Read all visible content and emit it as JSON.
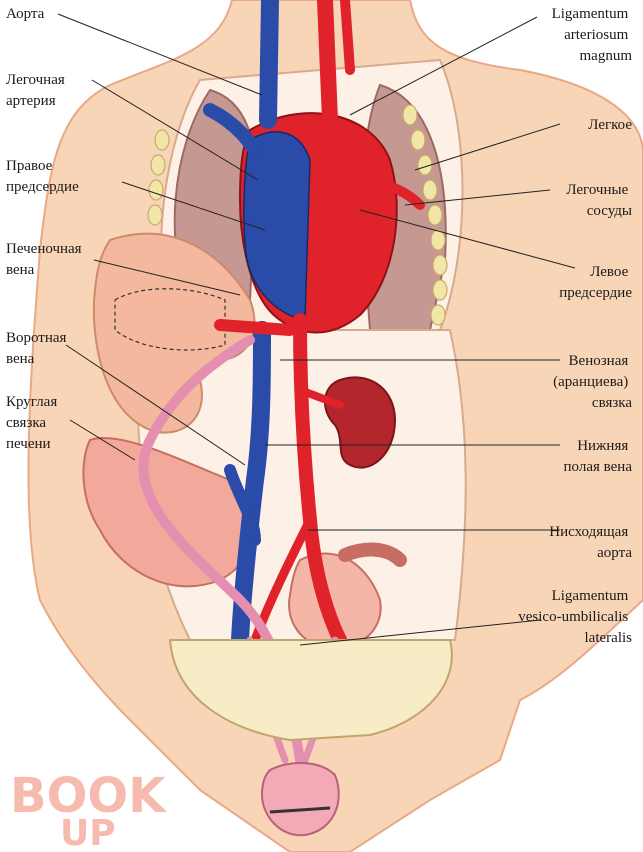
{
  "labels_left": {
    "aorta": [
      "Аорта"
    ],
    "pulmonary_artery": [
      "Легочная",
      "артерия"
    ],
    "right_atrium": [
      "Правое",
      "предсердие"
    ],
    "hepatic_vein": [
      "Печеночная",
      "вена"
    ],
    "portal_vein": [
      "Воротная",
      "вена"
    ],
    "round_ligament": [
      "Круглая",
      "связка",
      "печени"
    ]
  },
  "labels_right": {
    "ligamentum_arteriosum": [
      "Ligamentum",
      "arteriosum",
      "magnum"
    ],
    "lung": [
      "Легкое"
    ],
    "pulmonary_vessels": [
      "Легочные",
      "сосуды"
    ],
    "left_atrium": [
      "Левое",
      "предсердие"
    ],
    "venous_ligament": [
      "Венозная",
      "(аранциева)",
      "связка"
    ],
    "inferior_vena_cava": [
      "Нижняя",
      "полая вена"
    ],
    "descending_aorta": [
      "Нисходящая",
      "аорта"
    ],
    "vesico_umbilical": [
      "Ligamentum",
      "vesico-umbilicalis",
      "lateralis"
    ]
  },
  "watermark": {
    "line1": "BOOK",
    "line2": "UP"
  },
  "colors": {
    "skin": "#f7c9a6",
    "skin_outline": "#e59d78",
    "lung": "#c99a94",
    "artery": "#e0232b",
    "vein": "#2b4ba8",
    "liver": "#f3b89d",
    "cord": "#e58fb0",
    "bladder": "#f7ecc6"
  }
}
